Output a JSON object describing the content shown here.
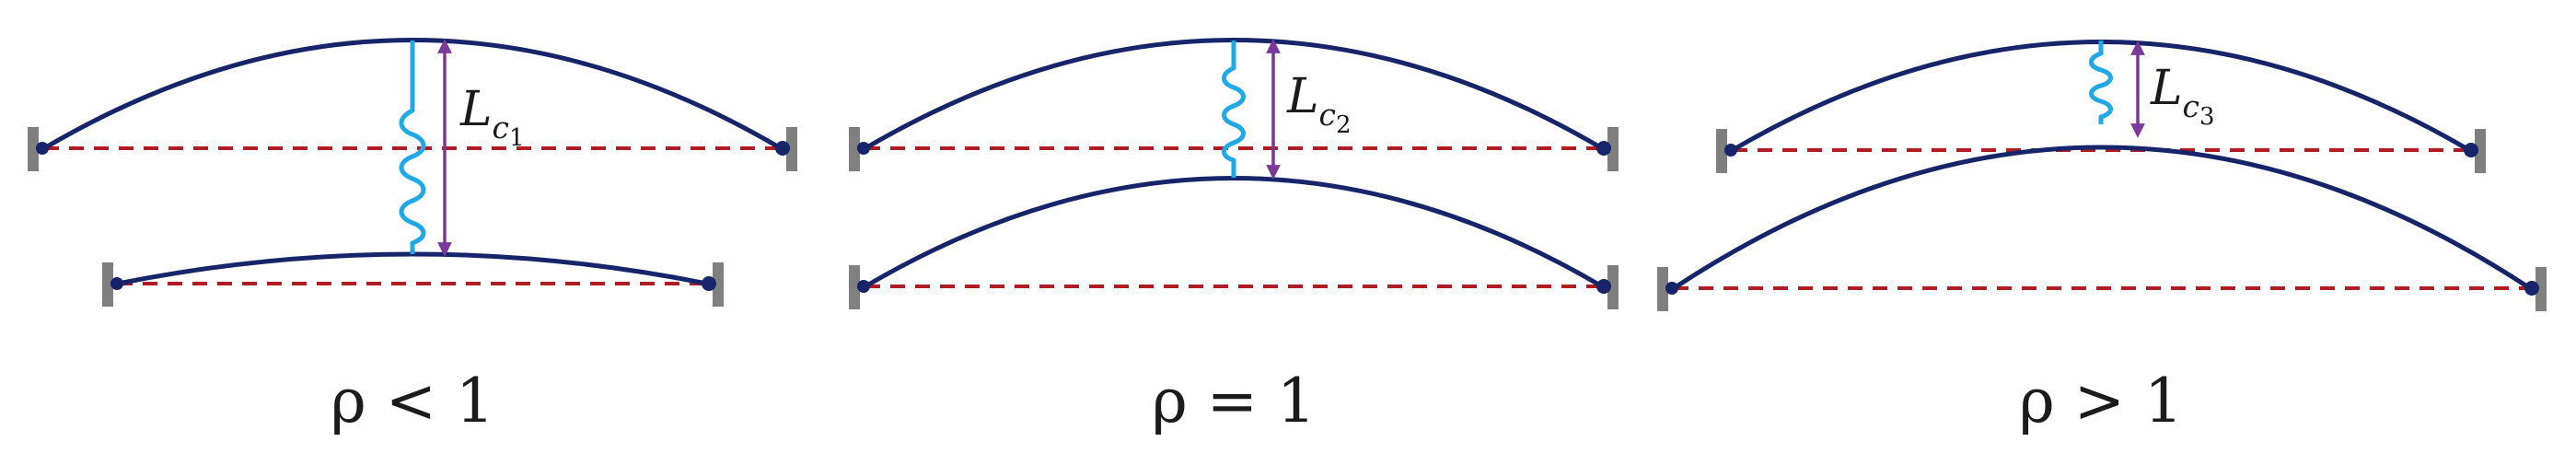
{
  "panels": [
    {
      "caption": "ρ < 1",
      "length_label": {
        "main": "L",
        "sub": "c",
        "index": "1"
      }
    },
    {
      "caption": "ρ = 1",
      "length_label": {
        "main": "L",
        "sub": "c",
        "index": "2"
      }
    },
    {
      "caption": "ρ > 1",
      "length_label": {
        "main": "L",
        "sub": "c",
        "index": "3"
      }
    }
  ],
  "colors": {
    "beam": "#16256a",
    "chord": "#b01c22",
    "spring": "#21a8e6",
    "dimension": "#7b3a9a",
    "anchor": "#7f7f7f"
  }
}
